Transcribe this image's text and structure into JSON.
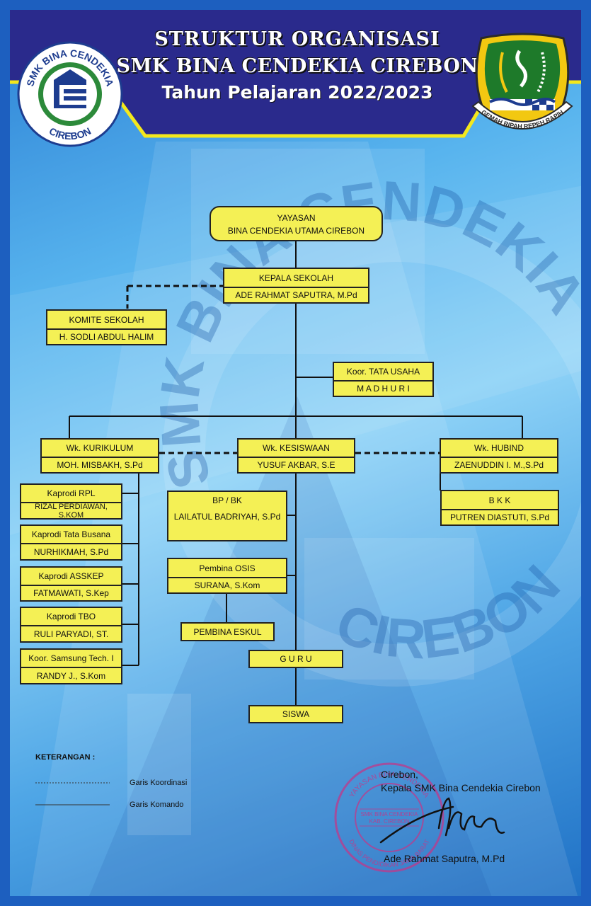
{
  "header": {
    "line1": "STRUKTUR ORGANISASI",
    "line2": "SMK BINA CENDEKIA CIREBON",
    "line3": "Tahun Pelajaran 2022/2023"
  },
  "logo_left": {
    "top_text": "SMK BINA CENDEKIA",
    "bottom_text": "CIREBON"
  },
  "logo_right": {
    "motto": "GEMAH RIPAH REPEH RAPIH"
  },
  "watermark": {
    "top": "SMK BINA CENDEKIA",
    "bottom": "CIREBON"
  },
  "org": {
    "yayasan": {
      "line1": "YAYASAN",
      "line2": "BINA CENDEKIA UTAMA CIREBON"
    },
    "kepala": {
      "title": "KEPALA SEKOLAH",
      "name": "ADE RAHMAT SAPUTRA, M.Pd"
    },
    "komite": {
      "title": "KOMITE SEKOLAH",
      "name": "H. SODLI ABDUL HALIM"
    },
    "tata_usaha": {
      "title": "Koor. TATA USAHA",
      "name": "M A D H U R I"
    },
    "kurikulum": {
      "title": "Wk. KURIKULUM",
      "name": "MOH. MISBAKH, S.Pd"
    },
    "kesiswaan": {
      "title": "Wk. KESISWAAN",
      "name": "YUSUF AKBAR, S.E"
    },
    "hubind": {
      "title": "Wk. HUBIND",
      "name": "ZAENUDDIN I. M.,S.Pd"
    },
    "kaprodi": [
      {
        "title": "Kaprodi RPL",
        "name": "RIZAL PERDIAWAN, S.KOM"
      },
      {
        "title": "Kaprodi Tata Busana",
        "name": "NURHIKMAH, S.Pd"
      },
      {
        "title": "Kaprodi ASSKEP",
        "name": "FATMAWATI, S.Kep"
      },
      {
        "title": "Kaprodi TBO",
        "name": "RULI PARYADI, ST."
      },
      {
        "title": "Koor. Samsung Tech. I",
        "name": "RANDY J., S.Kom"
      }
    ],
    "bpbk": {
      "title": "BP / BK",
      "name": "LAILATUL BADRIYAH, S.Pd"
    },
    "osis": {
      "title": "Pembina OSIS",
      "name": "SURANA, S.Kom"
    },
    "eskul": {
      "title": "PEMBINA ESKUL"
    },
    "bkk": {
      "title": "B K K",
      "name": "PUTREN DIASTUTI, S.Pd"
    },
    "guru": {
      "title": "G U R U"
    },
    "siswa": {
      "title": "SISWA"
    }
  },
  "legend": {
    "title": "KETERANGAN :",
    "coordination": "Garis Koordinasi",
    "command": "Garis Komando"
  },
  "signature": {
    "city": "Cirebon,",
    "position": "Kepala SMK Bina Cendekia Cirebon",
    "name": "Ade Rahmat Saputra, M.Pd"
  },
  "stamp": {
    "outer_top": "YAYASAN BINA CENDEKIA",
    "center1": "SMK BINA CENDEKIA",
    "center2": "KAB. CIREBON",
    "outer_bottom": "DINAS PENDIDIKAN JAWA BARAT"
  },
  "colors": {
    "box_fill": "#f4f055",
    "header_bg": "#2a2a8c",
    "stripe": "#f4e81c",
    "frame": "#1d5fbf"
  }
}
